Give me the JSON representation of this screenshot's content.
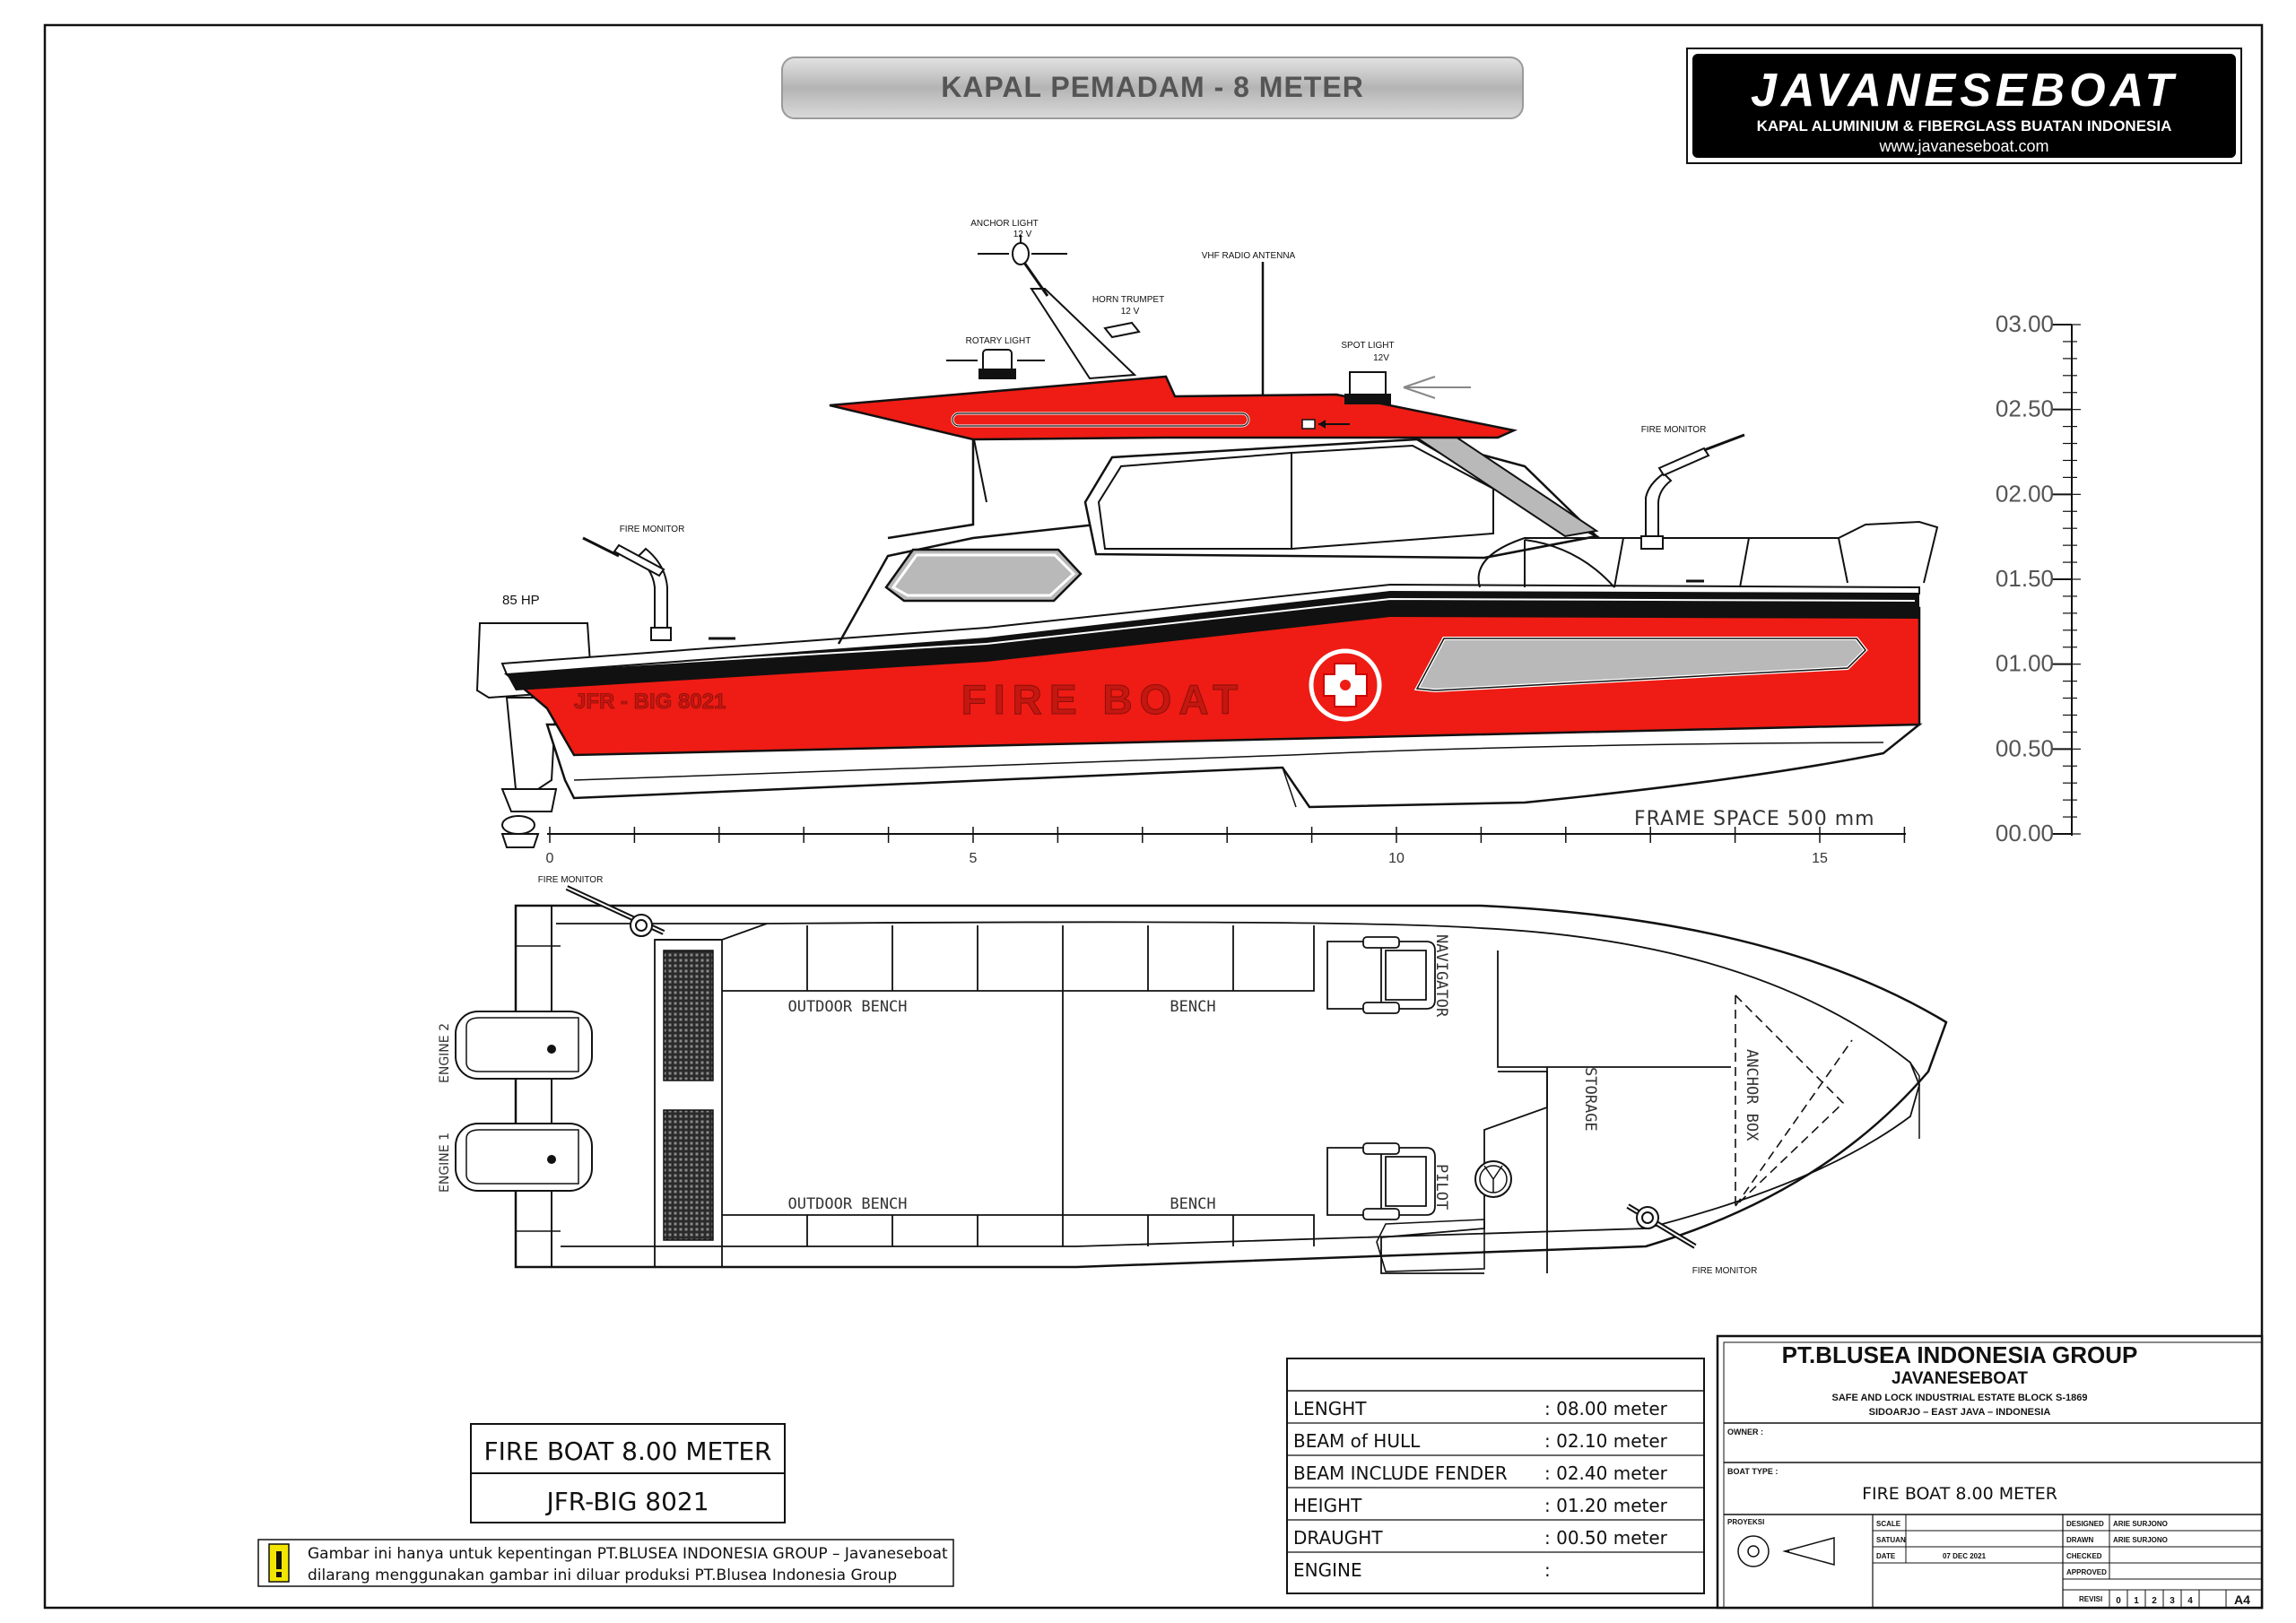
{
  "title_banner": "KAPAL PEMADAM - 8 METER",
  "logo": {
    "brand": "JAVANESEBOAT",
    "tagline": "KAPAL ALUMINIUM & FIBERGLASS BUATAN INDONESIA",
    "website": "www.javaneseboat.com"
  },
  "side_view": {
    "labels": {
      "anchor_light": "ANCHOR LIGHT",
      "anchor_light_v": "12 V",
      "horn": "HORN TRUMPET",
      "horn_v": "12 V",
      "vhf": "VHF RADIO ANTENNA",
      "rotary": "ROTARY LIGHT",
      "spot": "SPOT LIGHT",
      "spot_v": "12V",
      "fire_monitor_fwd": "FIRE MONITOR",
      "fire_monitor_aft": "FIRE MONITOR",
      "engine_hp": "85 HP",
      "hull_text": "FIRE BOAT",
      "hull_code": "JFR - BIG 8021"
    },
    "frame_space": "FRAME SPACE   500 mm",
    "frame_ticks": [
      {
        "value": 0,
        "label": "0"
      },
      {
        "value": 5,
        "label": "5"
      },
      {
        "value": 10,
        "label": "10"
      },
      {
        "value": 15,
        "label": "15"
      }
    ],
    "height_ticks": [
      "00.00",
      "00.50",
      "01.00",
      "01.50",
      "02.00",
      "02.50",
      "03.00"
    ],
    "colors": {
      "hull": "#ee1c14",
      "dark": "#111111",
      "glass": "#b9b9b9"
    }
  },
  "plan_view": {
    "engine_1": "ENGINE 1",
    "engine_2": "ENGINE 2",
    "fire_monitor_aft": "FIRE MONITOR",
    "fire_monitor_fwd": "FIRE MONITOR",
    "outdoor_bench_top": "OUTDOOR BENCH",
    "bench_top": "BENCH",
    "outdoor_bench_bottom": "OUTDOOR BENCH",
    "bench_bottom": "BENCH",
    "navigator": "NAVIGATOR",
    "pilot": "PILOT",
    "storage": "STORAGE",
    "anchor_box": "ANCHOR BOX"
  },
  "name_box": {
    "name": "FIRE BOAT 8.00 METER",
    "code": "JFR-BIG 8021"
  },
  "notice": {
    "icon": "warning-icon",
    "line1": "Gambar ini hanya untuk kepentingan PT.BLUSEA INDONESIA GROUP – Javaneseboat",
    "line2": "dilarang menggunakan gambar ini diluar produksi PT.Blusea Indonesia Group"
  },
  "specs": [
    {
      "label": "LENGHT",
      "value": ": 08.00  meter"
    },
    {
      "label": "BEAM  of  HULL",
      "value": ": 02.10  meter"
    },
    {
      "label": "BEAM  INCLUDE  FENDER",
      "value": ": 02.40  meter"
    },
    {
      "label": "HEIGHT",
      "value": ": 01.20  meter"
    },
    {
      "label": "DRAUGHT",
      "value": ": 00.50  meter"
    },
    {
      "label": "ENGINE",
      "value": ":"
    }
  ],
  "title_block": {
    "company": "PT.BLUSEA INDONESIA GROUP",
    "brand": "JAVANESEBOAT",
    "address1": "SAFE AND LOCK INDUSTRIAL ESTATE BLOCK S-1869",
    "address2": "SIDOARJO  –  EAST JAVA  –  INDONESIA",
    "owner_label": "OWNER :",
    "boat_type_label": "BOAT TYPE :",
    "boat_type": "FIRE BOAT 8.00 METER",
    "proyeksi_label": "PROYEKSI",
    "scale_label": "SCALE",
    "satuan_label": "SATUAN",
    "date_label": "DATE",
    "date": "07  DEC  2021",
    "designed_label": "DESIGNED",
    "designed": "ARIE SURJONO",
    "drawn_label": "DRAWN",
    "drawn": "ARIE SURJONO",
    "checked_label": "CHECKED",
    "approved_label": "APPROVED",
    "revisi_label": "REVISI",
    "revisions": [
      "0",
      "1",
      "2",
      "3",
      "4"
    ],
    "paper": "A4"
  }
}
